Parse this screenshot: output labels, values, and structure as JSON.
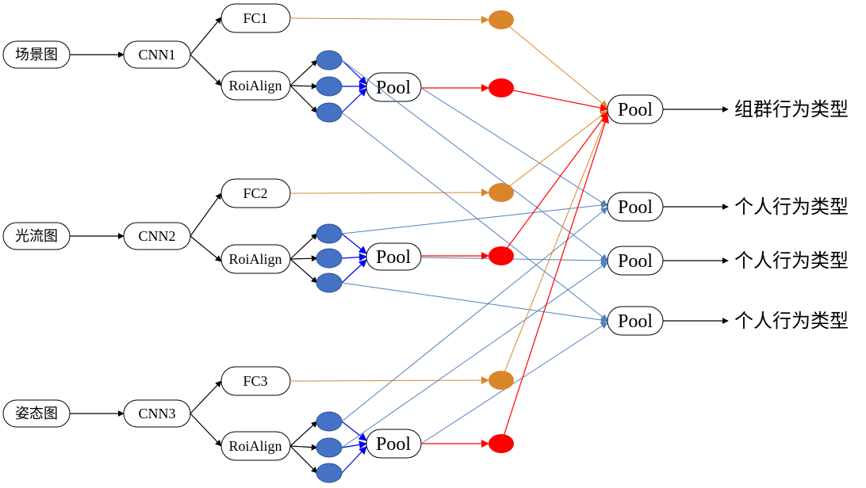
{
  "inputs": [
    "场景图",
    "光流图",
    "姿态图"
  ],
  "cnn": [
    "CNN1",
    "CNN2",
    "CNN3"
  ],
  "fc": [
    "FC1",
    "FC2",
    "FC3"
  ],
  "roi_label": "RoiAlign",
  "pool_label": "Pool",
  "outputs": {
    "group": "组群行为类型",
    "individual": "个人行为类型"
  },
  "colors": {
    "orange_node": "#d9862a",
    "red_node": "#ff0000",
    "blue_node": "#4472c4",
    "orange_line": "#d9862a",
    "red_line": "#ff0000",
    "blue_line": "#4f81bd",
    "dark_blue_arrow": "#0000ee"
  }
}
